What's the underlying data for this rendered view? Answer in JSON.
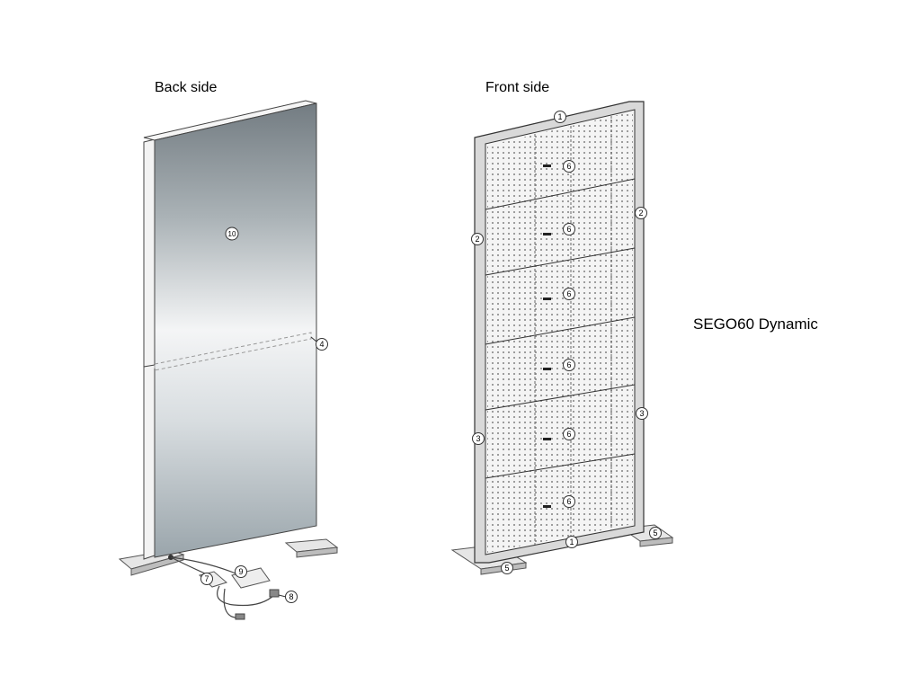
{
  "labels": {
    "back_side": "Back side",
    "front_side": "Front side",
    "product": "SEGO60 Dynamic"
  },
  "callouts": {
    "c1_top": "1",
    "c1_bottom": "1",
    "c2_left": "2",
    "c2_right": "2",
    "c3_left": "3",
    "c3_right": "3",
    "c4": "4",
    "c5_right": "5",
    "c5_left": "5",
    "c6_1": "6",
    "c6_2": "6",
    "c6_3": "6",
    "c6_4": "6",
    "c6_5": "6",
    "c6_6": "6",
    "c7": "7",
    "c8": "8",
    "c9": "9",
    "c10": "10"
  },
  "colors": {
    "panel_dark": "#7a8388",
    "panel_light": "#f2f4f5",
    "frame": "#333333"
  }
}
